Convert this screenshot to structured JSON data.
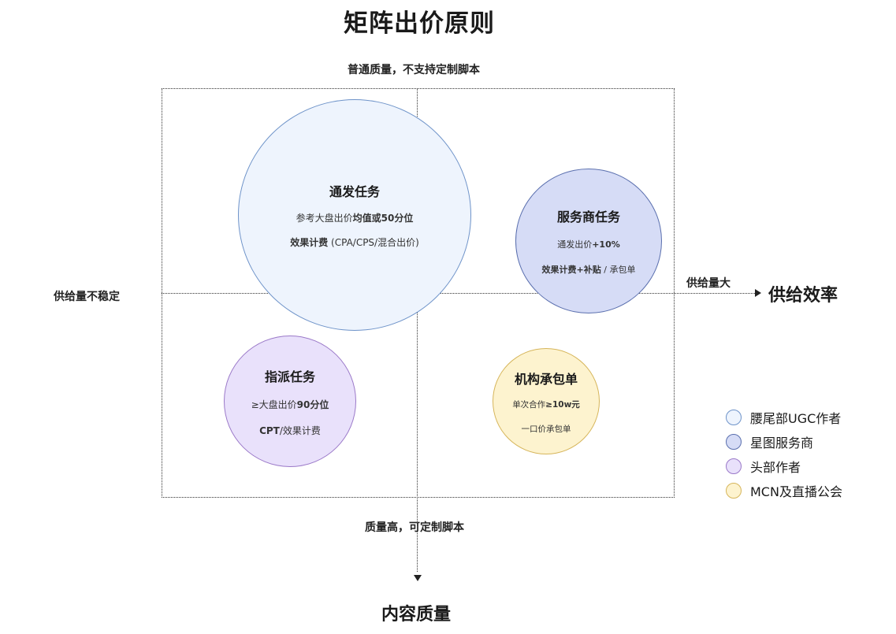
{
  "title": "矩阵出价原则",
  "axes": {
    "top_label": "普通质量，不支持定制脚本",
    "bottom_label": "质量高，可定制脚本",
    "left_label": "供给量不稳定",
    "right_label": "供给量大",
    "x_title": "供给效率",
    "y_title": "内容质量"
  },
  "bubbles": [
    {
      "title": "通发任务",
      "line1_prefix": "参考大盘出价",
      "line1_bold": "均值或50分位",
      "line2_bold": "效果计费",
      "line2_rest": " (CPA/CPS/混合出价)",
      "fill": "#eef4fd",
      "stroke": "#6e93c9"
    },
    {
      "title": "服务商任务",
      "line1_prefix": "通发出价",
      "line1_bold": "+10%",
      "line2_bold": "效果计费+补贴",
      "line2_rest": " / 承包单",
      "fill": "#d6dcf6",
      "stroke": "#5a6fae"
    },
    {
      "title": "指派任务",
      "line1_prefix": "≥大盘出价",
      "line1_bold": "90分位",
      "line2_bold": "CPT",
      "line2_rest": "/效果计费",
      "fill": "#e9e1fb",
      "stroke": "#9a78c8"
    },
    {
      "title": "机构承包单",
      "line1_prefix": "单次合作",
      "line1_bold": "≥10w元",
      "line2_bold": "",
      "line2_rest": "一口价承包单",
      "fill": "#fdf3cf",
      "stroke": "#d6b55a"
    }
  ],
  "legend": [
    {
      "label": "腰尾部UGC作者",
      "fill": "#eef4fd",
      "stroke": "#6e93c9"
    },
    {
      "label": "星图服务商",
      "fill": "#d6dcf6",
      "stroke": "#5a6fae"
    },
    {
      "label": "头部作者",
      "fill": "#e9e1fb",
      "stroke": "#9a78c8"
    },
    {
      "label": "MCN及直播公会",
      "fill": "#fdf3cf",
      "stroke": "#d6b55a"
    }
  ]
}
